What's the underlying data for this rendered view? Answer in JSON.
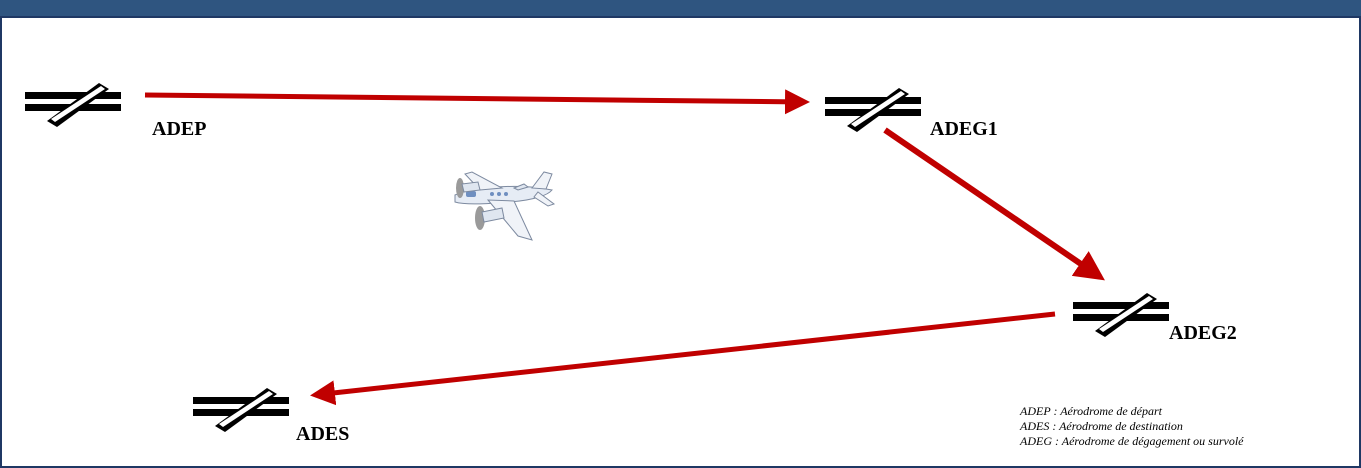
{
  "nodes": {
    "adep": {
      "label": "ADEP",
      "icon": "aerodrome-icon"
    },
    "adeg1": {
      "label": "ADEG1",
      "icon": "aerodrome-icon"
    },
    "adeg2": {
      "label": "ADEG2",
      "icon": "aerodrome-icon"
    },
    "ades": {
      "label": "ADES",
      "icon": "aerodrome-icon"
    }
  },
  "edges": [
    {
      "from": "ADEP",
      "to": "ADEG1"
    },
    {
      "from": "ADEG1",
      "to": "ADEG2"
    },
    {
      "from": "ADEG2",
      "to": "ADES"
    }
  ],
  "legend": [
    "ADEP : Aérodrome de départ",
    "ADES : Aérodrome de destination",
    "ADEG : Aérodrome de dégagement ou survolé"
  ],
  "colors": {
    "arrow": "#c00000",
    "header": "#2f5580",
    "border": "#1f3864"
  },
  "illustration": "airplane-icon"
}
